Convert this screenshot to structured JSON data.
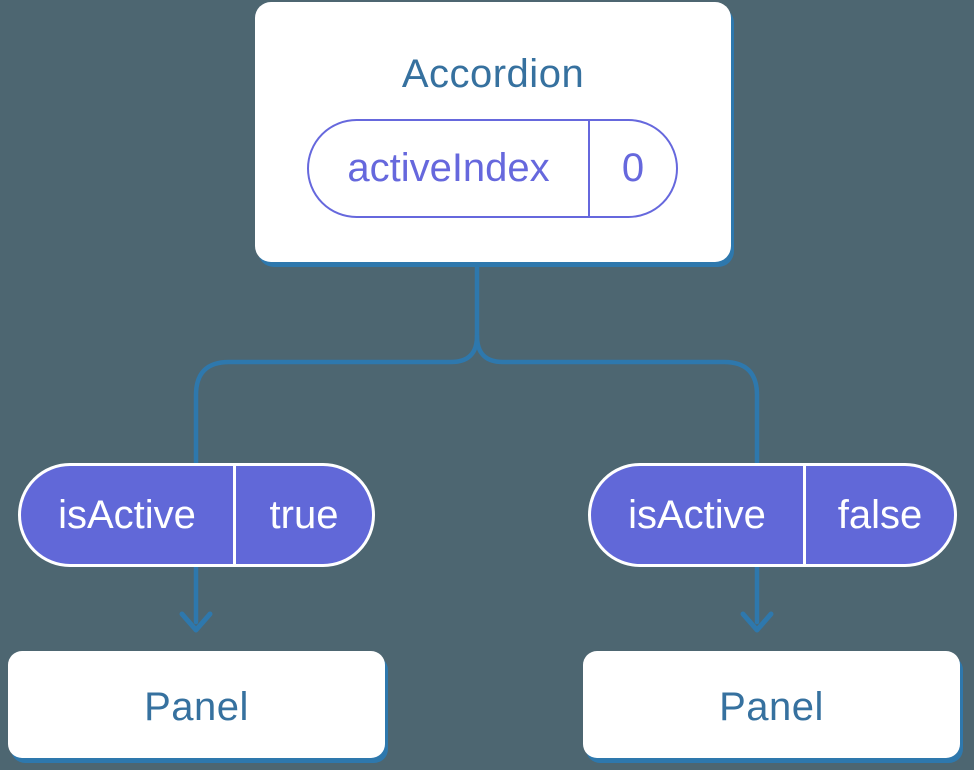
{
  "colors": {
    "background": "#4d6671",
    "connector_line": "#2e78ad",
    "card_fill": "#ffffff",
    "card_shadow": "#2e78ad",
    "node_title_text": "#36719f",
    "state_pill_purple": "#6668dd",
    "prop_pill_fill": "#6168d8",
    "prop_pill_text": "#ffffff"
  },
  "tree": {
    "root": {
      "title": "Accordion",
      "state_name": "activeIndex",
      "state_value": "0"
    },
    "children": [
      {
        "prop_name": "isActive",
        "prop_value": "true",
        "title": "Panel"
      },
      {
        "prop_name": "isActive",
        "prop_value": "false",
        "title": "Panel"
      }
    ]
  }
}
